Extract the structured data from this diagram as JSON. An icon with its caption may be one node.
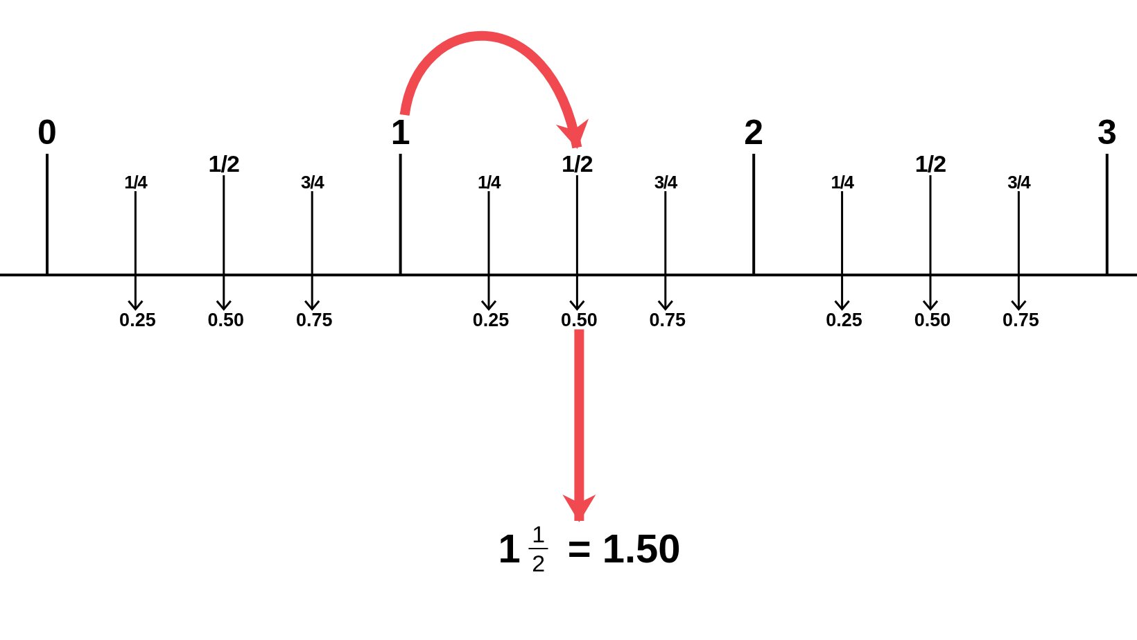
{
  "diagram": {
    "nodes": [
      {
        "text": [
          "1"
        ]
      },
      {
        "text": [
          "1/4"
        ]
      },
      {
        "text": [
          "1/2"
        ]
      },
      {
        "text": [
          "3/4"
        ]
      },
      {
        "text": [
          "1/4"
        ]
      },
      {
        "text": [
          "1/2"
        ]
      },
      {
        "text": [
          "3/4"
        ]
      },
      {
        "text": [
          "1/4"
        ]
      },
      {
        "text": [
          "1/2"
        ]
      },
      {
        "text": [
          "3/4"
        ]
      },
      {
        "text": [
          "0.25"
        ]
      },
      {
        "text": [
          "0.50"
        ]
      },
      {
        "text": [
          "0.75"
        ]
      },
      {
        "text": [
          "0.25"
        ]
      },
      {
        "text": [
          "0.50"
        ]
      },
      {
        "text": [
          "0.75"
        ]
      },
      {
        "text": [
          "0.25"
        ]
      },
      {
        "text": [
          "0.50"
        ]
      },
      {
        "text": [
          "0.75"
        ]
      },
      {
        "text": [
          "1",
          "1",
          "2",
          "= 1.50"
        ]
      }
    ],
    "edges": [
      {
        "from": 1,
        "to": 10,
        "arrow": "to"
      },
      {
        "from": 2,
        "to": 11,
        "arrow": "to"
      },
      {
        "from": 3,
        "to": 12,
        "arrow": "to"
      },
      {
        "from": 4,
        "to": 13,
        "arrow": "to"
      },
      {
        "from": 5,
        "to": 14,
        "arrow": "to"
      },
      {
        "from": 6,
        "to": 15,
        "arrow": "to"
      },
      {
        "from": 7,
        "to": 16,
        "arrow": "to"
      },
      {
        "from": 8,
        "to": 17,
        "arrow": "to"
      },
      {
        "from": 9,
        "to": 18,
        "arrow": "to"
      },
      {
        "from": 0,
        "to": 5,
        "arrow": "to",
        "style": "thick",
        "color": "#f04a50"
      },
      {
        "from": 14,
        "to": 19,
        "arrow": "to",
        "style": "thick",
        "color": "#f04a50"
      }
    ],
    "labels": [
      "0",
      "2",
      "3"
    ]
  }
}
